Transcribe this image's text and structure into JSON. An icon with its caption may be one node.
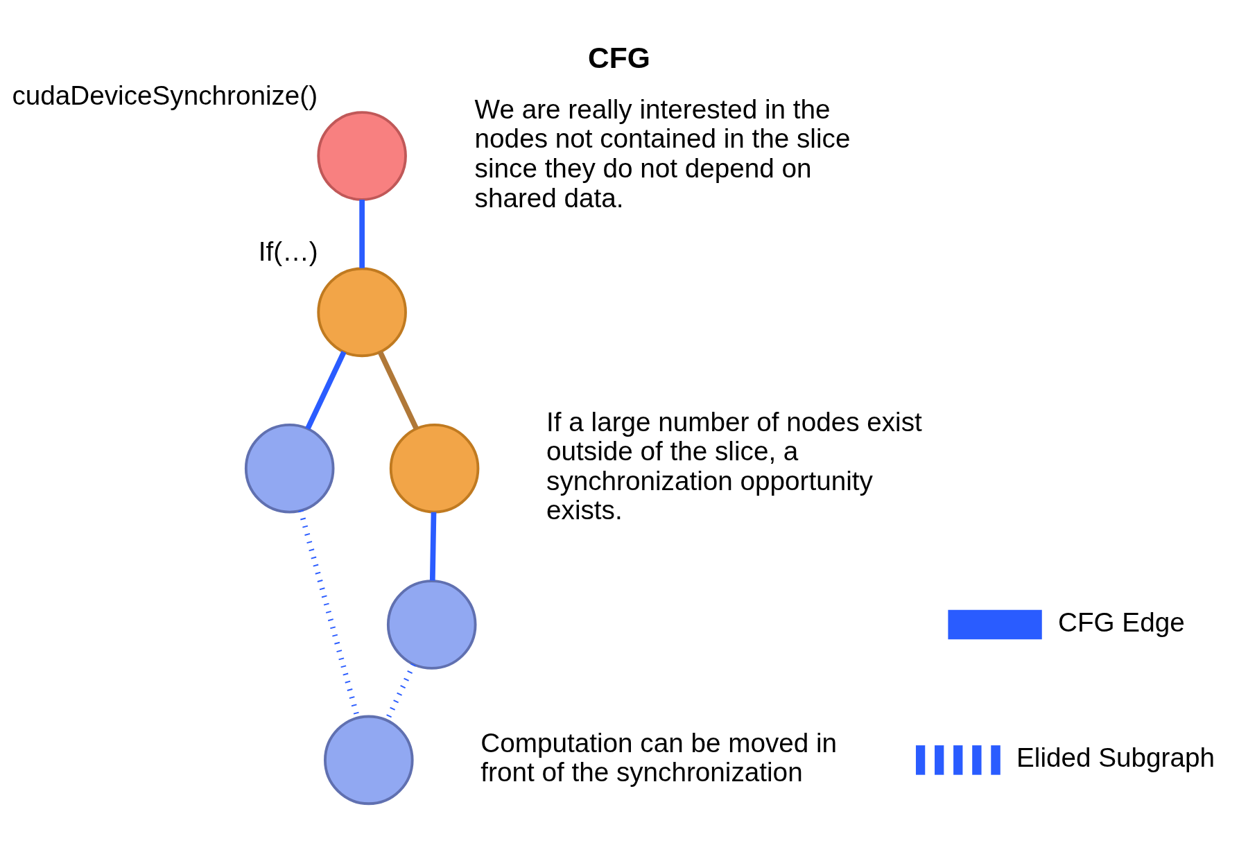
{
  "diagram": {
    "title": "CFG",
    "nodes": [
      {
        "text": [],
        "shape": "circle",
        "beside": [
          "cudaDeviceSynchronize()"
        ]
      },
      {
        "text": [],
        "shape": "circle",
        "beside": [
          "If(…)"
        ]
      },
      {
        "text": [],
        "shape": "circle"
      },
      {
        "text": [],
        "shape": "circle"
      },
      {
        "text": [],
        "shape": "circle"
      },
      {
        "text": [],
        "shape": "circle"
      }
    ],
    "edges": [
      {
        "from": 0,
        "to": 1,
        "arrow": "none"
      },
      {
        "from": 1,
        "to": 2,
        "arrow": "none"
      },
      {
        "from": 1,
        "to": 3,
        "arrow": "none",
        "color": "#b07838"
      },
      {
        "from": 3,
        "to": 4,
        "arrow": "none"
      },
      {
        "from": 2,
        "to": 5,
        "arrow": "none",
        "style": "dashed"
      },
      {
        "from": 4,
        "to": 5,
        "arrow": "none",
        "style": "dashed"
      }
    ],
    "labels": [
      "We are really interested in the nodes not contained in the slice since they do not depend on shared data.",
      "If a large number of nodes exist outside of the slice, a synchronization opportunity exists.",
      "Computation can be moved in front of the synchronization"
    ],
    "legend": [
      {
        "text": "CFG Edge"
      },
      {
        "text": "Elided Subgraph"
      }
    ]
  }
}
